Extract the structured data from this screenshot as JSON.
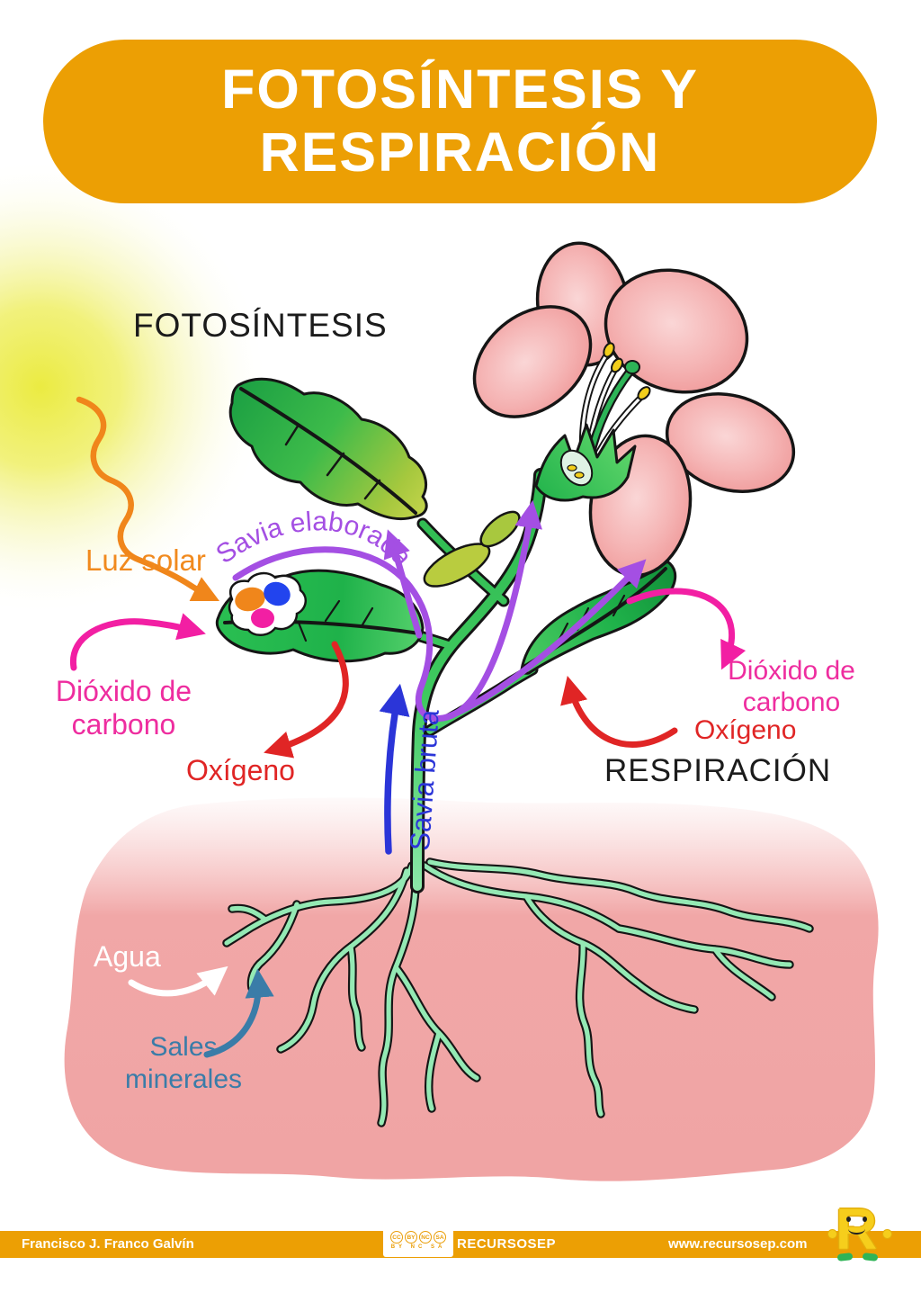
{
  "poster": {
    "title_line1": "FOTOSÍNTESIS Y",
    "title_line2": "RESPIRACIÓN",
    "banner_color": "#EC9F04"
  },
  "headings": {
    "photosynthesis": "FOTOSÍNTESIS",
    "respiration": "RESPIRACIÓN"
  },
  "labels": {
    "luz_solar": {
      "text": "Luz solar",
      "color": "#F18A1E"
    },
    "savia_elaborada": {
      "text": "Savia elaborada",
      "color": "#A44FE3"
    },
    "savia_bruta": {
      "text": "Savia bruta",
      "color": "#2B35D8"
    },
    "dioxido_left": {
      "text": "Dióxido de carbono",
      "color": "#EE2D9F"
    },
    "oxigeno_left": {
      "text": "Oxígeno",
      "color": "#E02525"
    },
    "dioxido_right": {
      "text": "Dióxido de carbono",
      "color": "#EE2D9F"
    },
    "oxigeno_right": {
      "text": "Oxígeno",
      "color": "#E02525"
    },
    "agua": {
      "text": "Agua",
      "color": "#FFFFFF"
    },
    "sales_minerales": {
      "text": "Sales minerales",
      "color": "#3A7CA8"
    }
  },
  "arrows": {
    "sunlight": {
      "color": "#F0861B"
    },
    "co2_in_left": {
      "color": "#F21FA3"
    },
    "oxygen_out_left": {
      "color": "#E02525"
    },
    "savia_bruta_up": {
      "color": "#2B35D8"
    },
    "savia_elaborada": {
      "color": "#A44FE3"
    },
    "co2_out_right": {
      "color": "#F21FA3"
    },
    "oxygen_in_right": {
      "color": "#E02525"
    },
    "agua_in": {
      "color": "#FFFFFF"
    },
    "sales_in": {
      "color": "#3A7CA8"
    }
  },
  "scene_colors": {
    "soil": "#F1A7A7",
    "roots": "#94E9B4",
    "stem": "#2FBF55",
    "leaf": "#1FB24A",
    "petal": "#F3AAAA",
    "sun": "#EAEA3E"
  },
  "footer": {
    "author": "Francisco J. Franco Galvín",
    "brand": "RECURSOSEP",
    "website": "www.recursosep.com",
    "license": {
      "icons": [
        "cc",
        "by",
        "nc",
        "sa"
      ],
      "caption": "BY NC SA"
    },
    "mascot_letter": "R"
  }
}
